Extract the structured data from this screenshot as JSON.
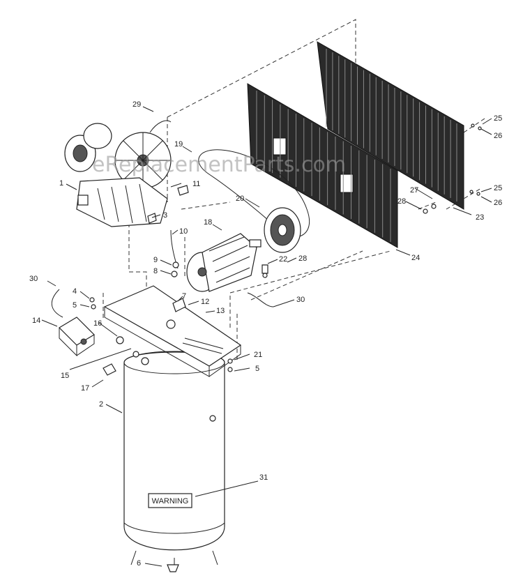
{
  "watermark": "eReplacementParts.com",
  "warning_label": "WARNING",
  "callouts": {
    "c1": "1",
    "c2": "2",
    "c3": "3",
    "c4": "4",
    "c5a": "5",
    "c5b": "5",
    "c6": "6",
    "c7": "7",
    "c8": "8",
    "c9": "9",
    "c10": "10",
    "c11": "11",
    "c12": "12",
    "c13": "13",
    "c14": "14",
    "c15": "15",
    "c16": "16",
    "c17": "17",
    "c18": "18",
    "c19": "19",
    "c20": "20",
    "c21": "21",
    "c22": "22",
    "c23": "23",
    "c24": "24",
    "c25a": "25",
    "c25b": "25",
    "c26a": "26",
    "c26b": "26",
    "c27": "27",
    "c28a": "28",
    "c28b": "28",
    "c29": "29",
    "c30a": "30",
    "c30b": "30",
    "c31": "31"
  }
}
